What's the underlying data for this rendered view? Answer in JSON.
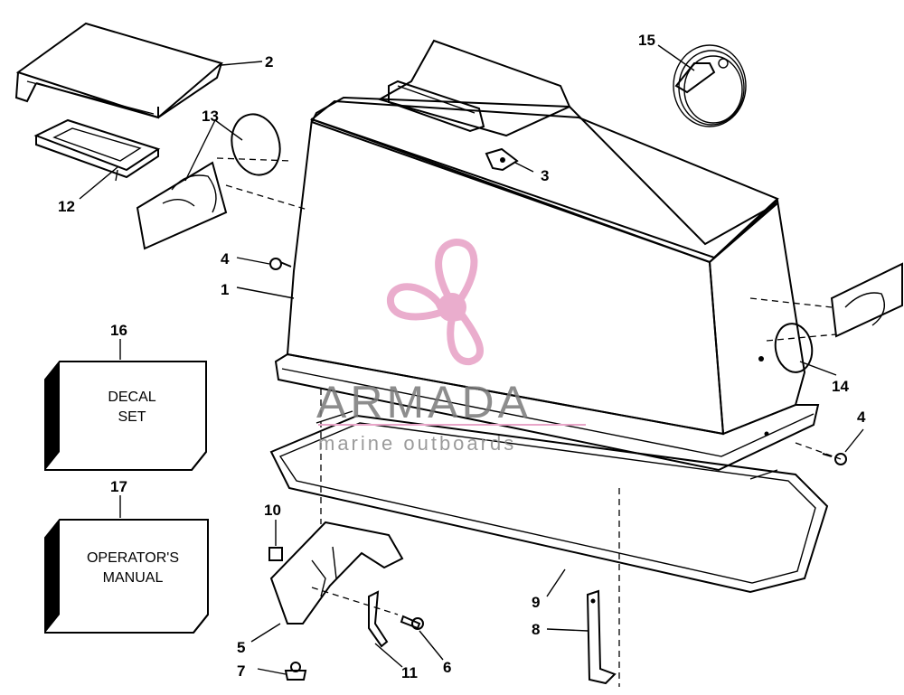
{
  "callouts": {
    "c1": "1",
    "c2": "2",
    "c3": "3",
    "c4a": "4",
    "c4b": "4",
    "c5": "5",
    "c6": "6",
    "c7": "7",
    "c8": "8",
    "c9": "9",
    "c10": "10",
    "c11": "11",
    "c12": "12",
    "c13": "13",
    "c14": "14",
    "c15": "15",
    "c16": "16",
    "c17": "17"
  },
  "boxes": {
    "decal_line1": "DECAL",
    "decal_line2": "SET",
    "manual_line1": "OPERATOR'S",
    "manual_line2": "MANUAL"
  },
  "watermark": {
    "brand": "ARMADA",
    "tagline": "marine outboards",
    "logo_color": "#e8a5c8",
    "text_color": "#7a7a7a"
  }
}
